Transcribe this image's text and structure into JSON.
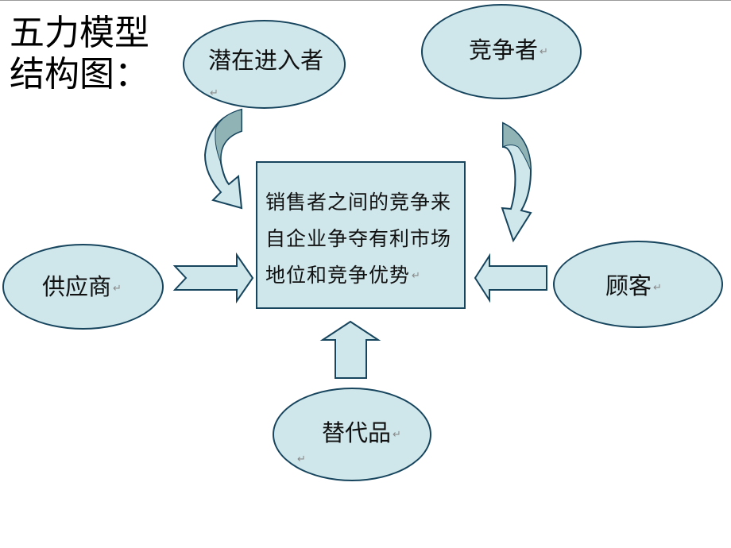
{
  "page": {
    "title_line1": "五力模型",
    "title_line2": "结构图："
  },
  "diagram": {
    "entrants": "潜在进入者",
    "competitors": "竞争者",
    "suppliers": "供应商",
    "customers": "顾客",
    "substitutes": "替代品",
    "center": "销售者之间的竞争来自企业争夺有利市场地位和竞争优势",
    "para_mark": "↵"
  },
  "colors": {
    "shape_fill": "#cfe6ea",
    "shape_border": "#17455e",
    "arrow_curve_fill": "#90b3b6"
  }
}
